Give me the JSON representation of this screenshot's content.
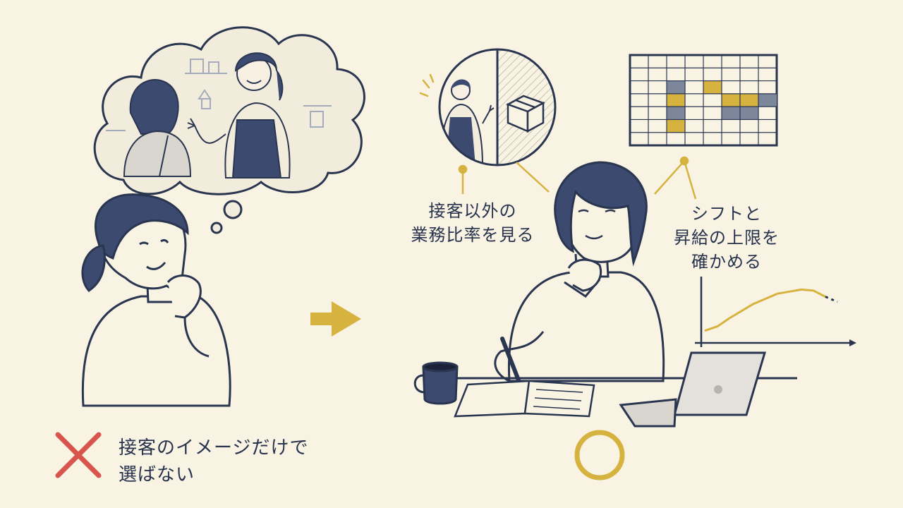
{
  "left": {
    "caption_lines": [
      "接客のイメージだけで",
      "選ばない"
    ],
    "mark": "cross-mark"
  },
  "right": {
    "ratio_label_lines": [
      "接客以外の",
      "業務比率を見る"
    ],
    "shift_label_lines": [
      "シフトと",
      "昇給の上限を",
      "確かめる"
    ],
    "mark": "circle-mark"
  },
  "colors": {
    "background": "#f8f3e3",
    "ink": "#2a3550",
    "accent_gold": "#d6b23e",
    "cross_red": "#d8554e",
    "apron_navy": "#3c4a70",
    "grid_gray": "#7d879c"
  },
  "shift_grid": {
    "rows": 7,
    "cols": 8,
    "gold_cells": [
      [
        4,
        2
      ],
      [
        2,
        3
      ],
      [
        5,
        3
      ],
      [
        6,
        3
      ],
      [
        2,
        5
      ]
    ],
    "gray_cells": [
      [
        2,
        2
      ],
      [
        7,
        3
      ],
      [
        2,
        4
      ],
      [
        5,
        4
      ],
      [
        6,
        4
      ]
    ]
  },
  "wage_curve": {
    "points": [
      [
        0,
        8
      ],
      [
        1,
        12
      ],
      [
        2,
        20
      ],
      [
        3,
        27
      ],
      [
        4,
        34
      ],
      [
        5,
        39
      ],
      [
        6,
        44
      ],
      [
        7,
        46
      ],
      [
        8,
        48
      ],
      [
        9,
        47
      ],
      [
        10,
        41
      ],
      [
        11,
        36
      ]
    ]
  }
}
